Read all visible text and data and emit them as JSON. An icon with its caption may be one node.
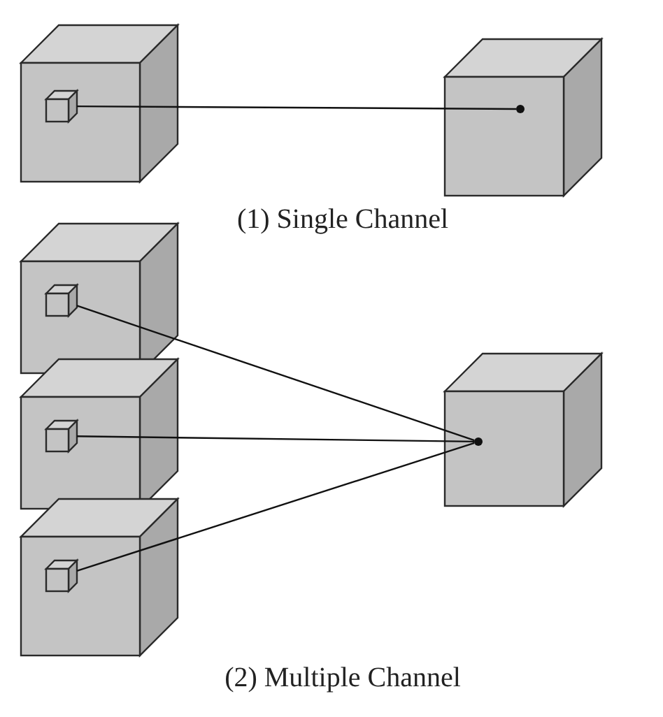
{
  "diagram": {
    "nodes": [
      {
        "text": [],
        "shape": "cube"
      },
      {
        "text": [],
        "shape": "cube",
        "in": 0
      },
      {
        "text": [],
        "shape": "cube"
      },
      {
        "text": [],
        "shape": "circle",
        "in": 2
      },
      {
        "text": [],
        "shape": "cube"
      },
      {
        "text": [],
        "shape": "cube",
        "in": 4
      },
      {
        "text": [],
        "shape": "cube"
      },
      {
        "text": [],
        "shape": "cube",
        "in": 6
      },
      {
        "text": [],
        "shape": "cube"
      },
      {
        "text": [],
        "shape": "cube",
        "in": 8
      },
      {
        "text": [],
        "shape": "cube"
      },
      {
        "text": [],
        "shape": "circle",
        "in": 10
      }
    ],
    "edges": [
      {
        "from": 1,
        "to": 3,
        "arrow": "none"
      },
      {
        "from": 5,
        "to": 11,
        "arrow": "none"
      },
      {
        "from": 7,
        "to": 11,
        "arrow": "none"
      },
      {
        "from": 9,
        "to": 11,
        "arrow": "none"
      }
    ],
    "labels": [
      "(1) Single Channel",
      "(2) Multiple Channel"
    ]
  }
}
